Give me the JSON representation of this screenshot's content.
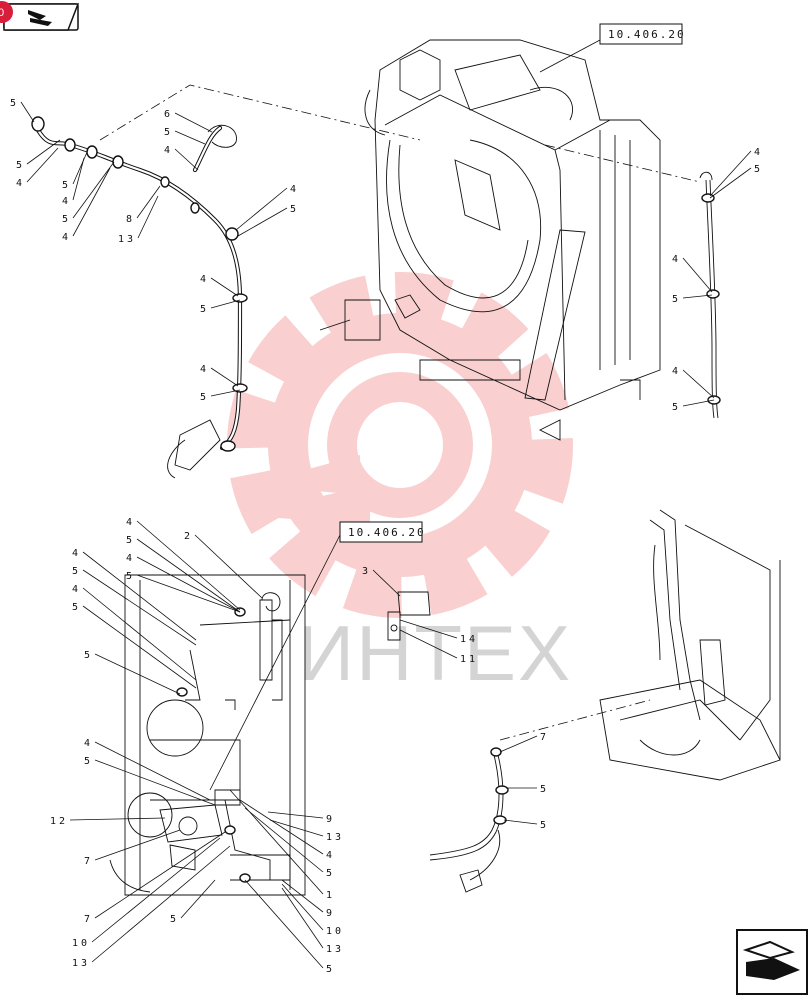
{
  "page_tag": "0",
  "watermark": {
    "text": "ИНТЕХ",
    "gear_color": "#f5a9a9"
  },
  "references": {
    "top": "10.406.20",
    "middle": "10.406.20"
  },
  "colors": {
    "tag": "#d81e3a",
    "ink": "#111111"
  },
  "callouts": {
    "top_left": [
      "5",
      "5",
      "4",
      "5",
      "4",
      "5",
      "4",
      "6",
      "5",
      "4",
      "8",
      "13",
      "4",
      "5",
      "4",
      "5",
      "4",
      "5"
    ],
    "top_right": [
      "4",
      "5",
      "4",
      "5",
      "4",
      "5"
    ],
    "middle_left": [
      "4",
      "5",
      "4",
      "5",
      "4",
      "5",
      "4",
      "5",
      "2",
      "5",
      "4",
      "5",
      "12",
      "7",
      "7",
      "10",
      "13",
      "5"
    ],
    "middle_right": [
      "3",
      "14",
      "11",
      "9",
      "13",
      "4",
      "5",
      "1",
      "9",
      "10",
      "13",
      "5"
    ],
    "bottom_right": [
      "7",
      "5",
      "5"
    ]
  },
  "nav": {
    "prev_icon": "arrow-prev-icon",
    "next_icon": "arrow-next-icon"
  }
}
